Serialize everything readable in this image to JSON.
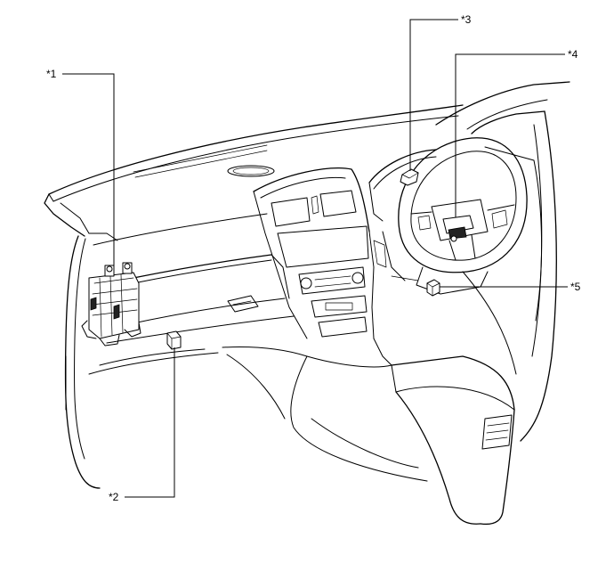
{
  "callouts": [
    {
      "id": "1",
      "label": "*1"
    },
    {
      "id": "2",
      "label": "*2"
    },
    {
      "id": "3",
      "label": "*3"
    },
    {
      "id": "4",
      "label": "*4"
    },
    {
      "id": "5",
      "label": "*5"
    }
  ]
}
